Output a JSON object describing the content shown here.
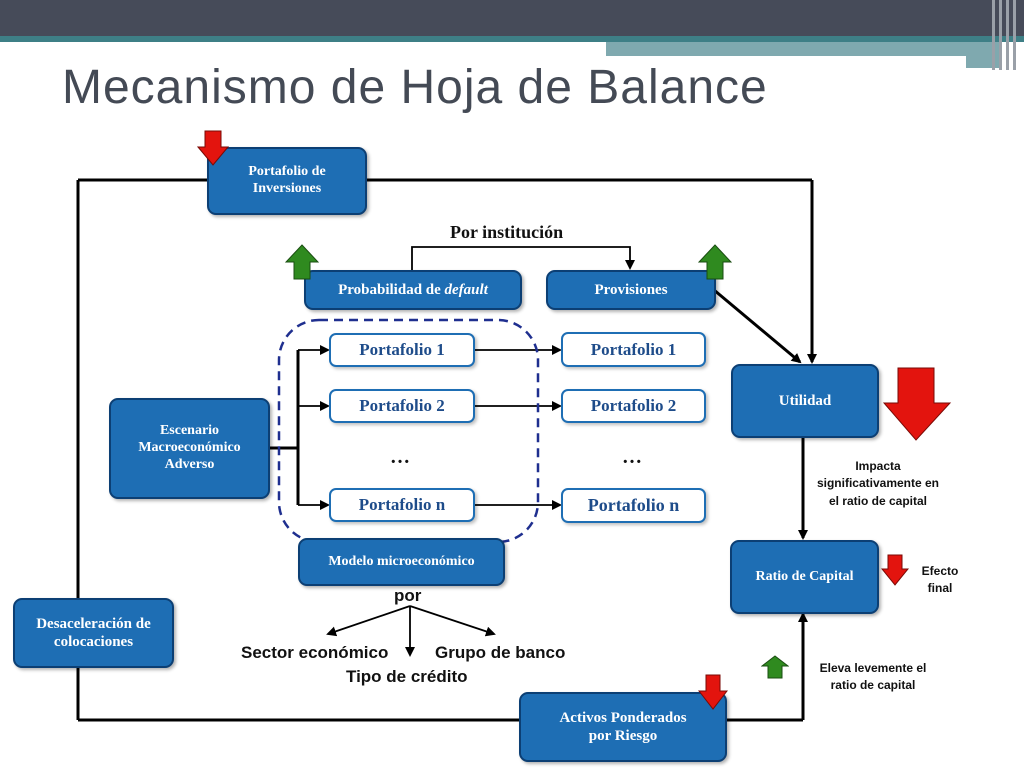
{
  "title": "Mecanismo de Hoja de Balance",
  "colors": {
    "node_fill": "#1e6eb4",
    "arrow_down": "#e3140e",
    "arrow_up": "#2f8a1f",
    "dashed": "#1f2f8f"
  },
  "nodes": {
    "portafolio_inversiones": "Portafolio de\nInversiones",
    "prob_default_prefix": "Probabilidad de ",
    "prob_default_italic": "default",
    "provisiones": "Provisiones",
    "utilidad": "Utilidad",
    "escenario": "Escenario\nMacroeconómico\nAdverso",
    "modelo": "Modelo microeconómico",
    "ratio_capital": "Ratio de Capital",
    "desaceleracion": "Desaceleración de\ncolocaciones",
    "activos": "Activos Ponderados\npor Riesgo"
  },
  "por_institucion": "Por institución",
  "left_portfolios": [
    "Portafolio 1",
    "Portafolio 2",
    "…",
    "Portafolio n"
  ],
  "right_portfolios": [
    "Portafolio 1",
    "Portafolio 2",
    "…",
    "Portafolio n"
  ],
  "por": "por",
  "breakdown": {
    "sector": "Sector económico",
    "grupo": "Grupo de banco",
    "tipo": "Tipo de crédito"
  },
  "notes": {
    "impacta": "Impacta\nsignificativamente en\nel ratio de capital",
    "efecto": "Efecto\nfinal",
    "eleva": "Eleva levemente el\nratio de capital"
  },
  "indicators": [
    "down",
    "up",
    "up",
    "down",
    "down",
    "up",
    "down"
  ]
}
